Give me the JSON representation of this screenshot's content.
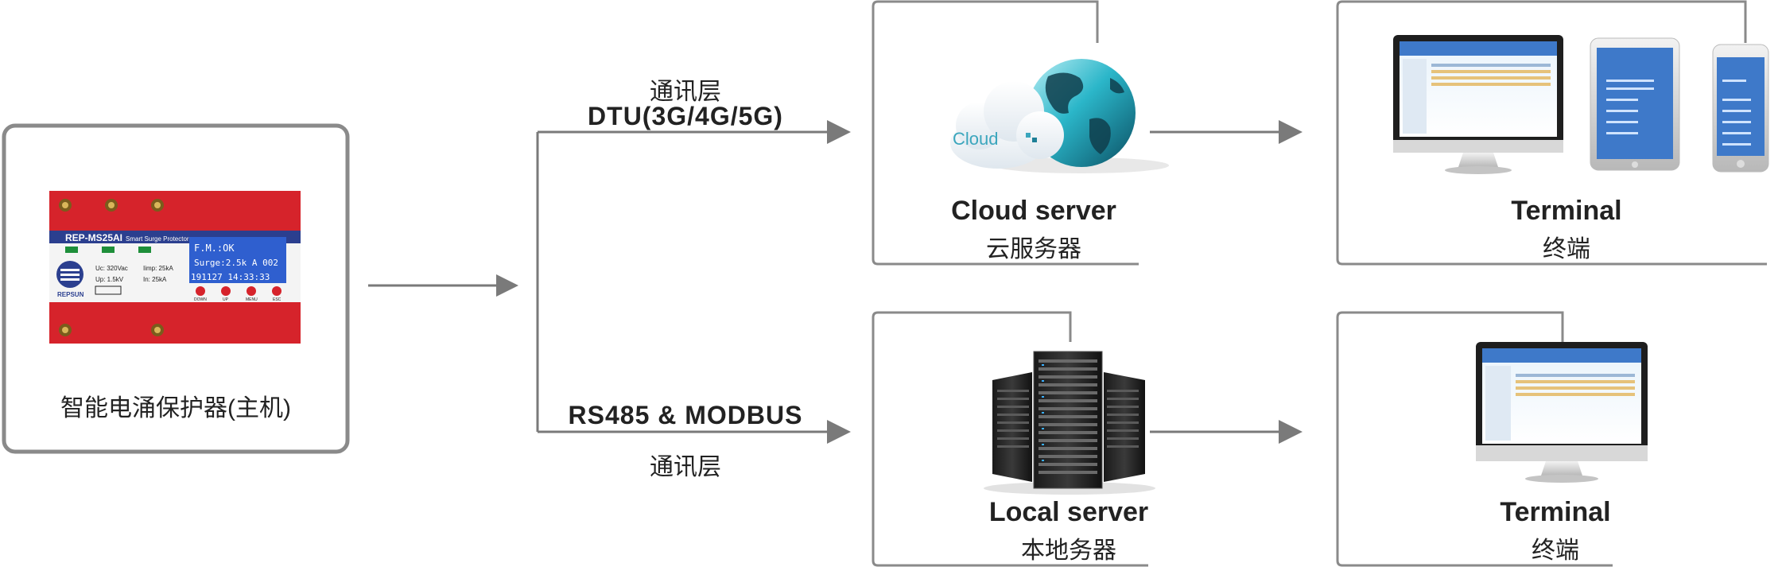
{
  "device": {
    "caption": "智能电涌保护器(主机)",
    "model": "REP-MS25AI",
    "subtitle": "Smart Surge Protector",
    "brand": "REPSUN",
    "lcd_line1": "F.M.:OK",
    "lcd_line2": "Surge:2.5k  A  002",
    "lcd_line3": "191127  14:33:33",
    "spec_uc": "Uc:  320Vac",
    "spec_up": "Up:  1.5kV",
    "spec_imp": "Iimp:  25kA",
    "spec_in": "In:  25kA",
    "buttons": [
      "DOWN",
      "UP",
      "MENU",
      "ESC"
    ]
  },
  "links": {
    "upper_protocol": "DTU(3G/4G/5G)",
    "upper_layer": "通讯层",
    "lower_protocol": "RS485 & MODBUS",
    "lower_layer": "通讯层"
  },
  "nodes": {
    "cloud_server": {
      "en": "Cloud server",
      "zh": "云服务器",
      "logo": "Cloud"
    },
    "terminal_top": {
      "en": "Terminal",
      "zh": "终端"
    },
    "local_server": {
      "en": "Local server",
      "zh": "本地务器"
    },
    "terminal_bottom": {
      "en": "Terminal",
      "zh": "终端"
    }
  },
  "colors": {
    "frame": "#8a8a8a",
    "arrow": "#7a7a7a",
    "device_red": "#d6232b",
    "device_blue": "#2b3f8f",
    "lcd": "#2f5fcf",
    "screen_blue": "#3e79c9"
  }
}
